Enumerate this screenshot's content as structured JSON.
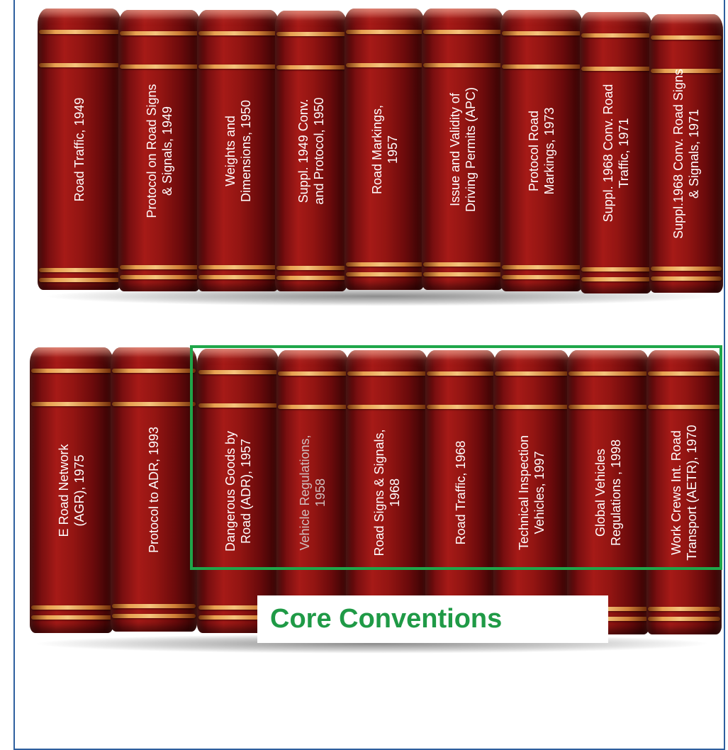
{
  "shelves": [
    {
      "books": [
        {
          "title": "Road Traffic, 1949"
        },
        {
          "title": "Protocol on Road Signs\n& Signals, 1949"
        },
        {
          "title": "Weights and\nDimensions, 1950"
        },
        {
          "title": "Suppl. 1949 Conv.\nand Protocol, 1950"
        },
        {
          "title": "Road Markings,\n1957"
        },
        {
          "title": "Issue and Validity of\nDriving Permits (APC)"
        },
        {
          "title": "Protocol Road\nMarkings, 1973"
        },
        {
          "title": "Suppl. 1968 Conv. Road\nTraffic, 1971"
        },
        {
          "title": "Suppl.1968 Conv. Road Signs\n& Signals, 1971"
        }
      ]
    },
    {
      "books": [
        {
          "title": "E Road Network\n(AGR), 1975"
        },
        {
          "title": "Protocol to ADR, 1993"
        },
        {
          "title": "Dangerous Goods by\nRoad (ADR), 1957"
        },
        {
          "title": "Vehicle Regulations,\n1958"
        },
        {
          "title": "Road Signs & Signals,\n1968"
        },
        {
          "title": "Road Traffic, 1968"
        },
        {
          "title": "Technical Inspection\nVehicles, 1997"
        },
        {
          "title": "Global Vehicles\nRegulations , 1998"
        },
        {
          "title": "Work Crews Int. Road\nTransport (AETR), 1970"
        }
      ]
    }
  ],
  "core_group": {
    "label": "Core Conventions"
  },
  "colors": {
    "book": "#8f1414",
    "band": "#e8a050",
    "core_border": "#1fa64a",
    "frame": "#2e5f9e"
  }
}
